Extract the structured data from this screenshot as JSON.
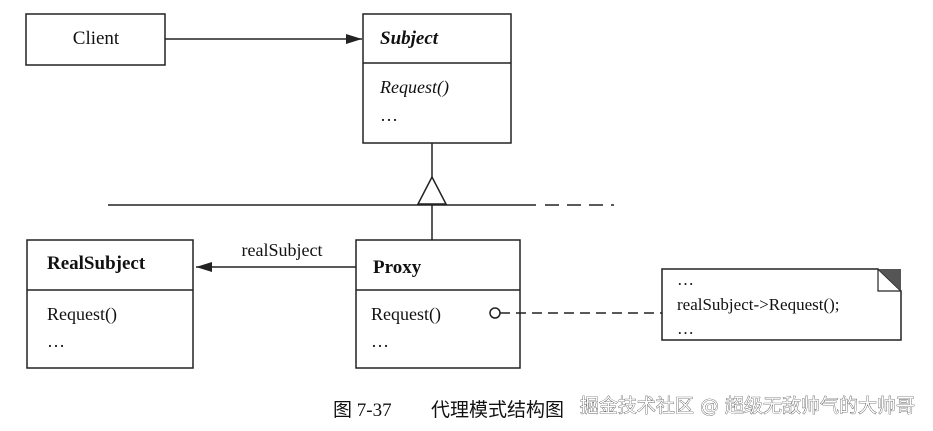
{
  "classes": {
    "client": {
      "name": "Client"
    },
    "subject": {
      "name": "Subject",
      "method": "Request()",
      "more": "…"
    },
    "real_subject": {
      "name": "RealSubject",
      "method": "Request()",
      "more": "…"
    },
    "proxy": {
      "name": "Proxy",
      "method": "Request()",
      "more": "…"
    }
  },
  "association": {
    "label": "realSubject"
  },
  "note": {
    "line1": "…",
    "line2": "realSubject->Request();",
    "line3": "…"
  },
  "caption": {
    "figure": "图 7-37",
    "title": "代理模式结构图"
  },
  "watermark": "掘金技术社区 @ 超级无敌帅气的大帅哥",
  "colors": {
    "line": "#222222",
    "note_corner": "#555555",
    "watermark": "#ffffff"
  }
}
